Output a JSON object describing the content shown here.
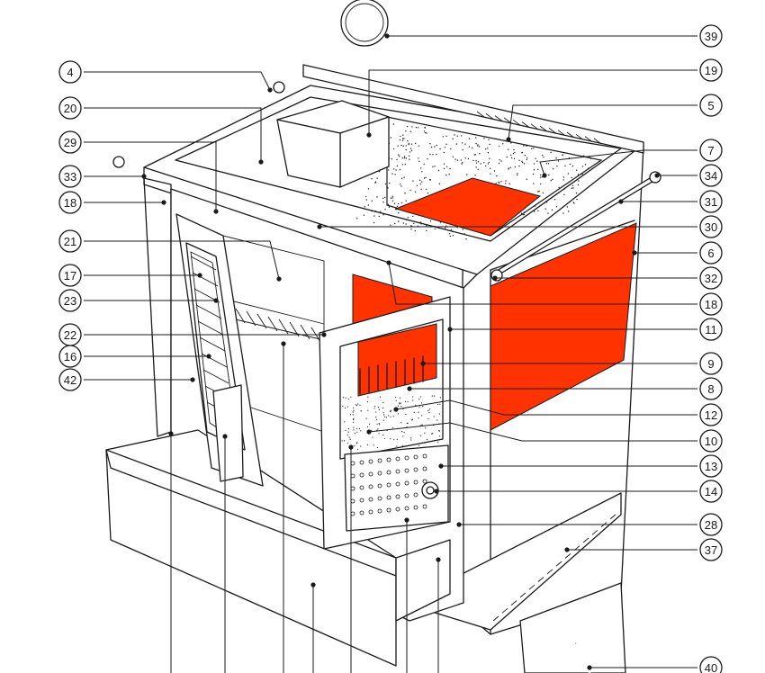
{
  "highlight_color": "#ff3300",
  "line_color": "#1a1a1a",
  "callouts": [
    {
      "part": "39",
      "label": "39"
    },
    {
      "part": "19",
      "label": "19"
    },
    {
      "part": "5",
      "label": "5"
    },
    {
      "part": "7",
      "label": "7"
    },
    {
      "part": "34",
      "label": "34"
    },
    {
      "part": "31",
      "label": "31"
    },
    {
      "part": "30",
      "label": "30"
    },
    {
      "part": "6",
      "label": "6"
    },
    {
      "part": "32",
      "label": "32"
    },
    {
      "part": "18-right",
      "label": "18"
    },
    {
      "part": "11",
      "label": "11"
    },
    {
      "part": "9",
      "label": "9"
    },
    {
      "part": "8",
      "label": "8"
    },
    {
      "part": "12",
      "label": "12"
    },
    {
      "part": "10",
      "label": "10"
    },
    {
      "part": "13",
      "label": "13"
    },
    {
      "part": "14",
      "label": "14"
    },
    {
      "part": "28",
      "label": "28"
    },
    {
      "part": "37",
      "label": "37"
    },
    {
      "part": "40",
      "label": "40"
    },
    {
      "part": "4",
      "label": "4"
    },
    {
      "part": "20",
      "label": "20"
    },
    {
      "part": "29",
      "label": "29"
    },
    {
      "part": "33",
      "label": "33"
    },
    {
      "part": "18-left",
      "label": "18"
    },
    {
      "part": "21",
      "label": "21"
    },
    {
      "part": "17",
      "label": "17"
    },
    {
      "part": "23",
      "label": "23"
    },
    {
      "part": "22",
      "label": "22"
    },
    {
      "part": "16",
      "label": "16"
    },
    {
      "part": "42",
      "label": "42"
    }
  ]
}
